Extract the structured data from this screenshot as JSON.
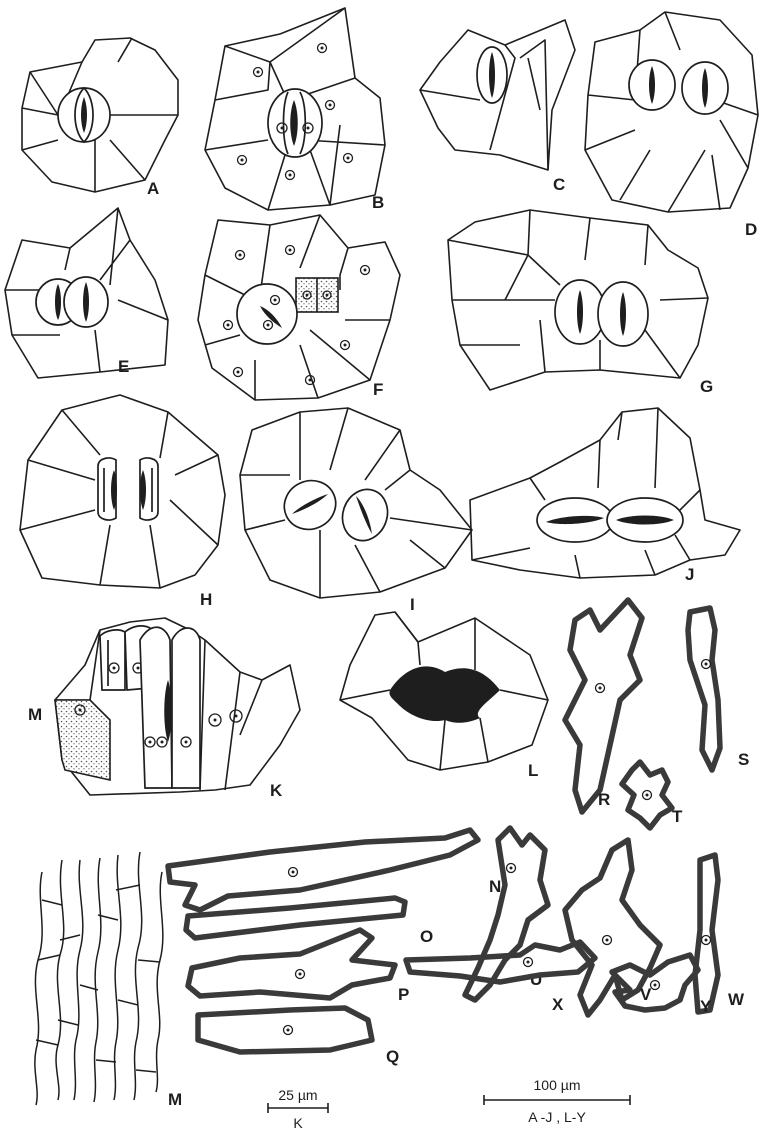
{
  "figure": {
    "panel_labels": [
      "A",
      "B",
      "C",
      "D",
      "E",
      "F",
      "G",
      "H",
      "I",
      "J",
      "K",
      "L",
      "M",
      "N",
      "O",
      "P",
      "Q",
      "R",
      "S",
      "T",
      "U",
      "V",
      "W",
      "X",
      "Y"
    ],
    "k_side_label": "M",
    "scale_bar_small": {
      "value": "25 µm",
      "applies_to": "K"
    },
    "scale_bar_large": {
      "value": "100 µm",
      "applies_to": "A -J , L-Y"
    }
  }
}
